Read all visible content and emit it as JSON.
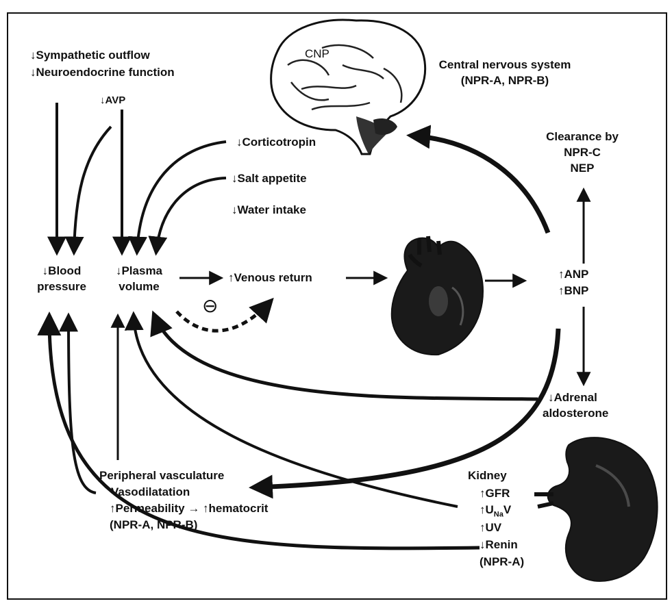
{
  "labels": {
    "sympathetic_outflow": "↓Sympathetic outflow",
    "neuroendocrine_function": "↓Neuroendocrine function",
    "avp": "↓AVP",
    "cnp": "CNP",
    "cns_line1": "Central nervous system",
    "cns_line2": "(NPR-A, NPR-B)",
    "corticotropin": "↓Corticotropin",
    "salt_appetite": "↓Salt appetite",
    "water_intake": "↓Water intake",
    "clearance_line1": "Clearance by",
    "clearance_line2": "NPR-C",
    "clearance_line3": "NEP",
    "blood_pressure_line1": "↓Blood",
    "blood_pressure_line2": "pressure",
    "plasma_volume_line1": "↓Plasma",
    "plasma_volume_line2": "volume",
    "venous_return": "↑Venous return",
    "inhibition_symbol": "⊖",
    "anp": "↑ANP",
    "bnp": "↑BNP",
    "adrenal_line1": "↓Adrenal",
    "adrenal_line2": "aldosterone",
    "peripheral_line1": "Peripheral vasculature",
    "peripheral_line2": "Vasodilatation",
    "peripheral_line3": "↑Permeability → ↑hematocrit",
    "peripheral_line4": "(NPR-A, NPR-B)",
    "kidney_title": "Kidney",
    "kidney_gfr": "↑GFR",
    "kidney_unav_prefix": "↑U",
    "kidney_unav_sub": "Na",
    "kidney_unav_suffix": "V",
    "kidney_uv": "↑UV",
    "kidney_renin": "↓Renin",
    "kidney_receptor": "(NPR-A)"
  },
  "icons": {
    "brain": "brain-icon",
    "heart": "heart-icon",
    "kidney": "kidney-icon"
  },
  "colors": {
    "ink": "#111111",
    "organ_dark": "#1a1a1a",
    "background": "#ffffff"
  }
}
